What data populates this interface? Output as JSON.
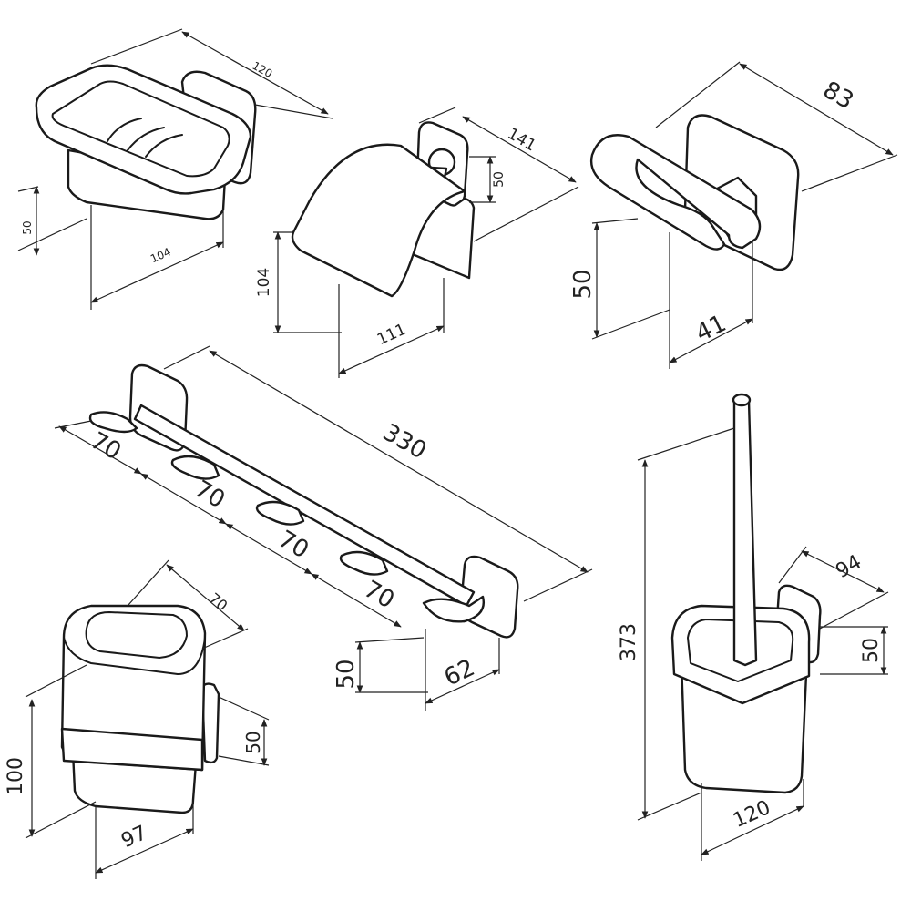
{
  "soap_dish": {
    "width": "120",
    "height": "50",
    "depth": "104"
  },
  "paper_holder": {
    "width": "141",
    "mount_height": "50",
    "height": "104",
    "depth": "111"
  },
  "hook": {
    "width": "83",
    "height": "50",
    "depth": "41"
  },
  "rail": {
    "length": "330",
    "spacings": [
      "70",
      "70",
      "70",
      "70"
    ],
    "height": "50",
    "depth": "62"
  },
  "tumbler": {
    "width": "70",
    "height": "100",
    "mount_height": "50",
    "depth": "97"
  },
  "brush_holder": {
    "height": "373",
    "width": "94",
    "mount_height": "50",
    "depth": "120"
  },
  "colors": {
    "line": "#1a1a1a",
    "background": "#ffffff"
  }
}
